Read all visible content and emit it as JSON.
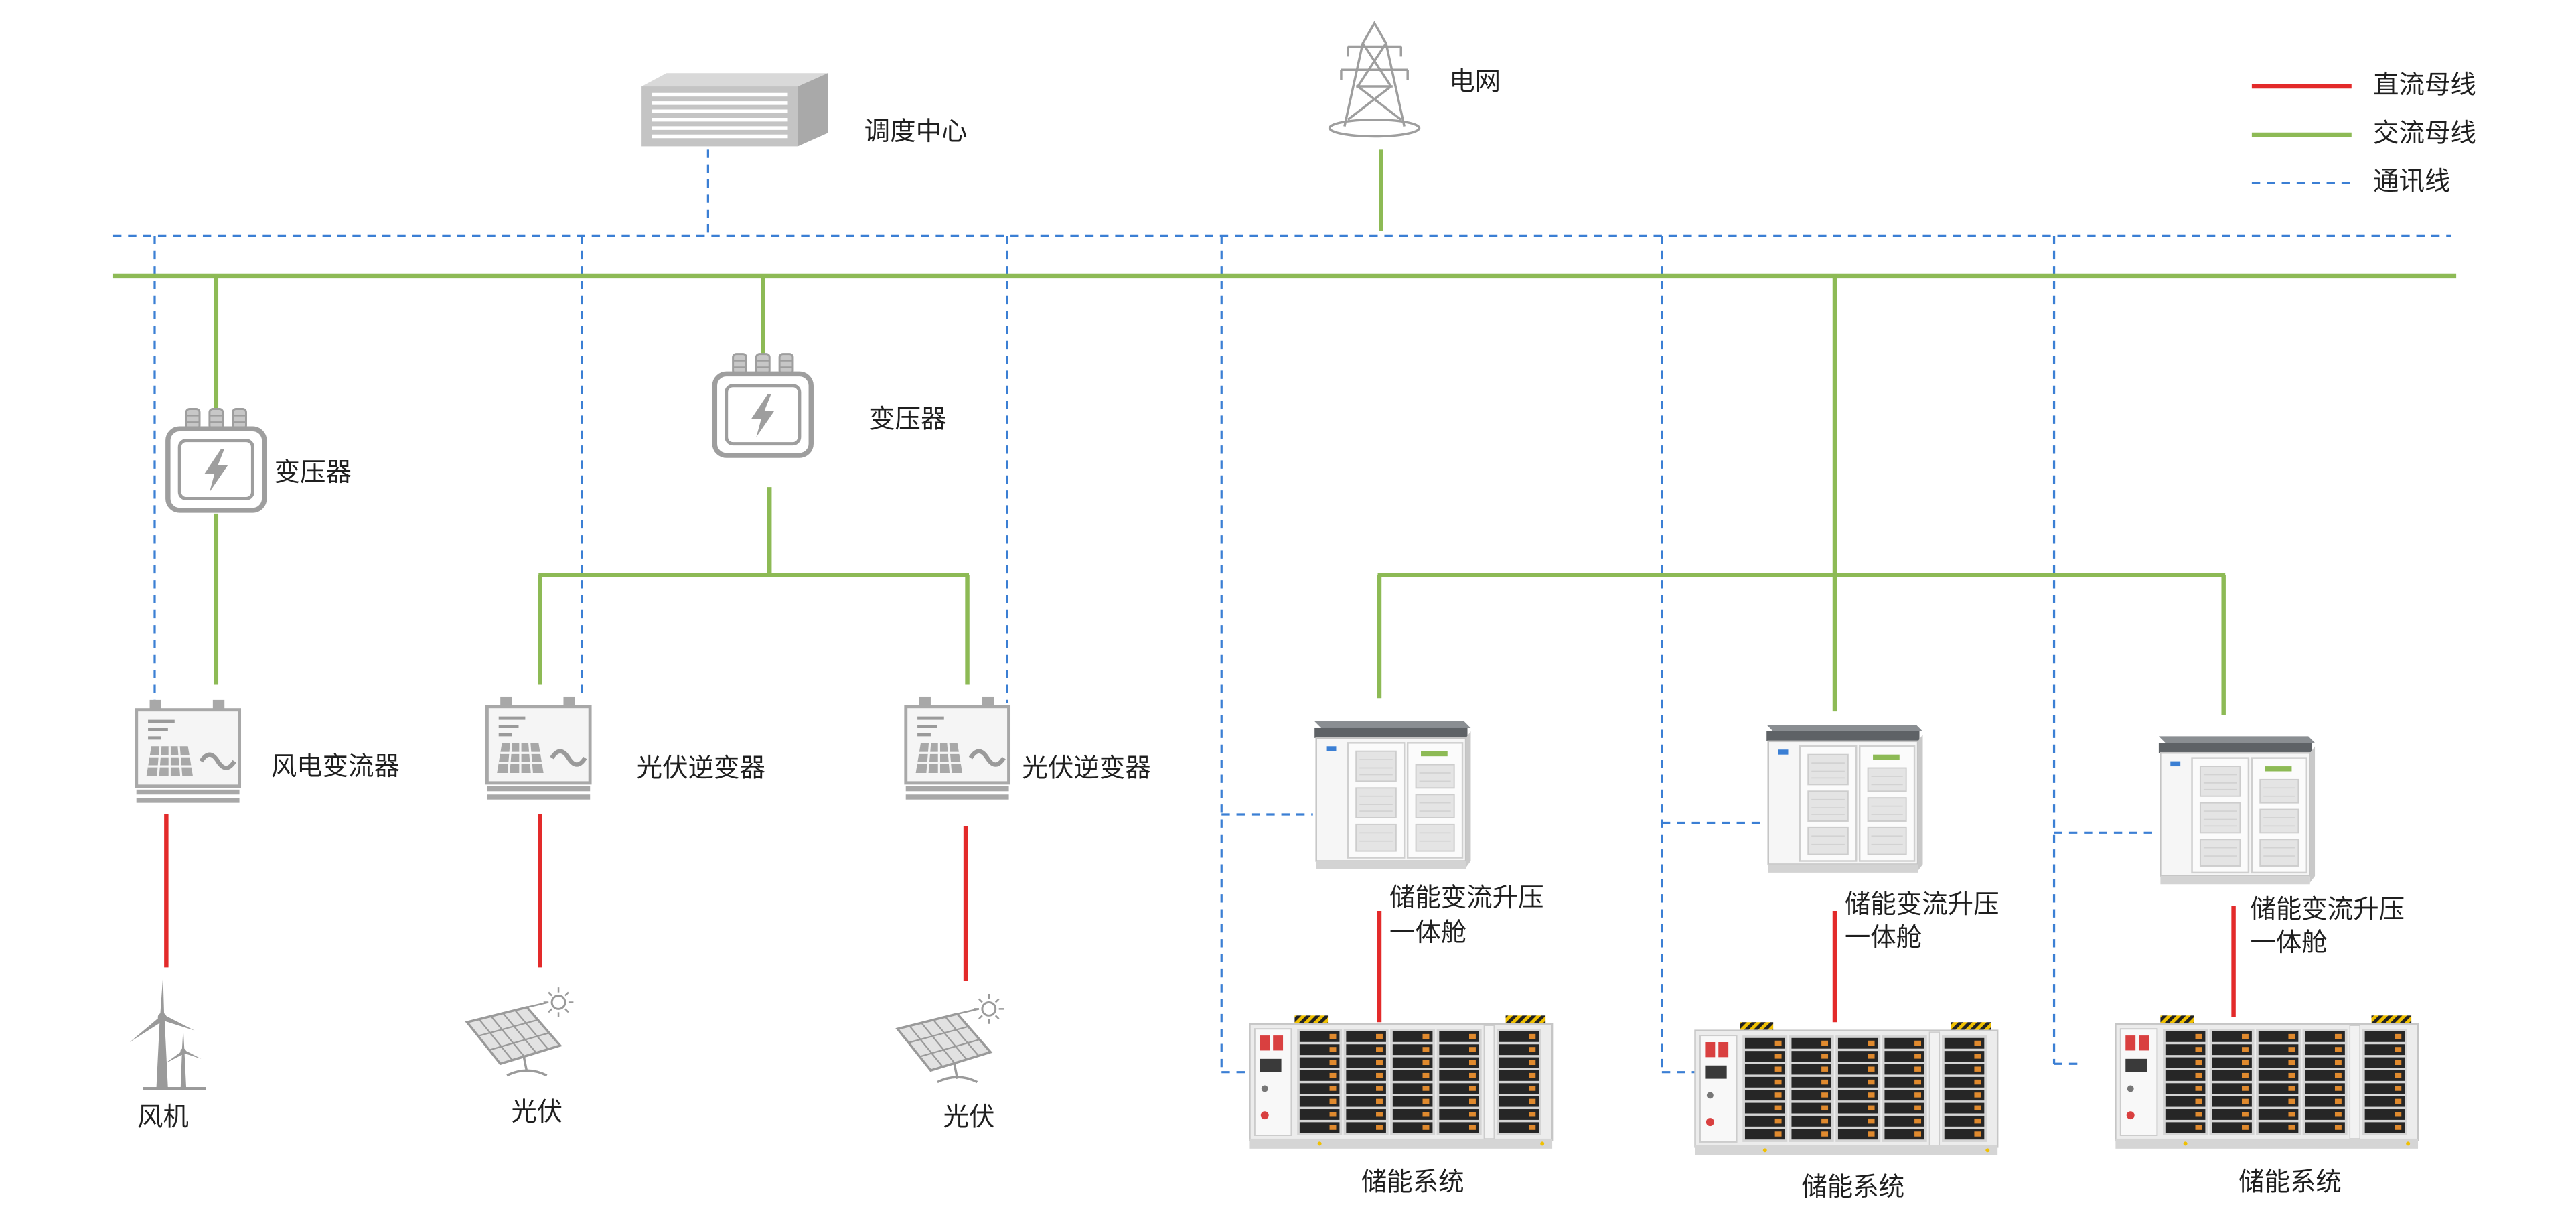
{
  "legend": {
    "dc_bus": {
      "label": "直流母线",
      "color": "#e32a2a"
    },
    "ac_bus": {
      "label": "交流母线",
      "color": "#8dba55"
    },
    "comm_line": {
      "label": "通讯线",
      "color": "#3b7fd4"
    }
  },
  "icon_color": "#9e9e9e",
  "top": {
    "dispatch_center": {
      "label": "调度中心",
      "icon": "server-icon"
    },
    "grid": {
      "label": "电网",
      "icon": "power-tower-icon"
    }
  },
  "wind_branch": {
    "transformer": {
      "label": "变压器",
      "icon": "transformer-icon"
    },
    "converter": {
      "label": "风电变流器",
      "icon": "converter-icon"
    },
    "source": {
      "label": "风机",
      "icon": "wind-turbine-icon"
    }
  },
  "pv_branch": {
    "transformer": {
      "label": "变压器",
      "icon": "transformer-icon"
    },
    "inverters": [
      {
        "label": "光伏逆变器",
        "source": "光伏",
        "icon": "inverter-icon",
        "source_icon": "solar-panel-icon"
      },
      {
        "label": "光伏逆变器",
        "source": "光伏",
        "icon": "inverter-icon",
        "source_icon": "solar-panel-icon"
      }
    ]
  },
  "storage_units": [
    {
      "pcs_line1": "储能变流升压",
      "pcs_line2": "一体舱",
      "battery": "储能系统",
      "pcs_icon": "pcs-cabinet-icon",
      "battery_icon": "battery-cabinet-icon"
    },
    {
      "pcs_line1": "储能变流升压",
      "pcs_line2": "一体舱",
      "battery": "储能系统",
      "pcs_icon": "pcs-cabinet-icon",
      "battery_icon": "battery-cabinet-icon"
    },
    {
      "pcs_line1": "储能变流升压",
      "pcs_line2": "一体舱",
      "battery": "储能系统",
      "pcs_icon": "pcs-cabinet-icon",
      "battery_icon": "battery-cabinet-icon"
    }
  ]
}
